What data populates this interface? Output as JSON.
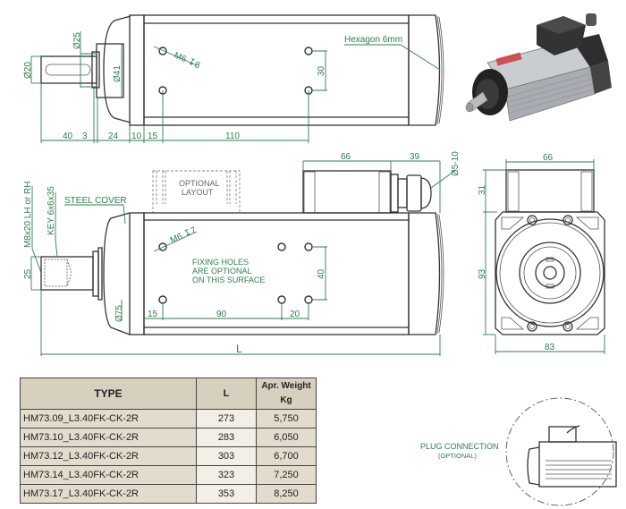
{
  "top_view": {
    "dims": {
      "shaft_dia": "Ø20",
      "collar_dia": "Ø25",
      "flange_dia": "Ø41",
      "len_40": "40",
      "len_3": "3",
      "len_24": "24",
      "len_10": "10",
      "len_15": "15",
      "len_110": "110",
      "hole_spacing": "30"
    },
    "thread_label": "M6 ↧8",
    "hexagon_label": "Hexagon 6mm"
  },
  "side_view": {
    "dims": {
      "thread": "M8x20 LH or RH",
      "key": "KEY 6x6x35",
      "shaft_len": "25",
      "body_dia": "Ø75",
      "len_15": "15",
      "len_90": "90",
      "len_20": "20",
      "hole_spacing": "40",
      "box_width": "66",
      "gland_len": "39",
      "cable_dia": "Ø5-10",
      "overall": "L"
    },
    "steel_cover_label": "STEEL COVER",
    "optional_layout_label": [
      "OPTIONAL",
      "LAYOUT"
    ],
    "thread_label": "M6 ↧7",
    "fixing_note": [
      "FIXING   HOLES",
      "ARE   OPTIONAL",
      "ON THIS SURFACE"
    ]
  },
  "end_view": {
    "dims": {
      "box_width": "66",
      "box_height": "31",
      "body_height": "93",
      "body_width": "83"
    }
  },
  "plug_detail": {
    "title": "PLUG  CONNECTION",
    "subtitle": "(OPTIONAL)"
  },
  "spec_table": {
    "headers": {
      "type": "TYPE",
      "l": "L",
      "weight_line1": "Apr. Weight",
      "weight_line2": "Kg"
    },
    "rows": [
      {
        "type": "HM73.09_L3.40FK-CK-2R",
        "l": "273",
        "weight": "5,750"
      },
      {
        "type": "HM73.10_L3.40FK-CK-2R",
        "l": "283",
        "weight": "6,050"
      },
      {
        "type": "HM73.12_L3.40FK-CK-2R",
        "l": "303",
        "weight": "6,700"
      },
      {
        "type": "HM73.14_L3.40FK-CK-2R",
        "l": "323",
        "weight": "7,250"
      },
      {
        "type": "HM73.17_L3.40FK-CK-2R",
        "l": "353",
        "weight": "8,250"
      }
    ]
  },
  "colors": {
    "dimension": "#2e7d4f",
    "outline": "#333333",
    "table_header": "#d8d0bf",
    "table_cell": "#e3dccd",
    "table_cell_light": "#f3eee6"
  }
}
